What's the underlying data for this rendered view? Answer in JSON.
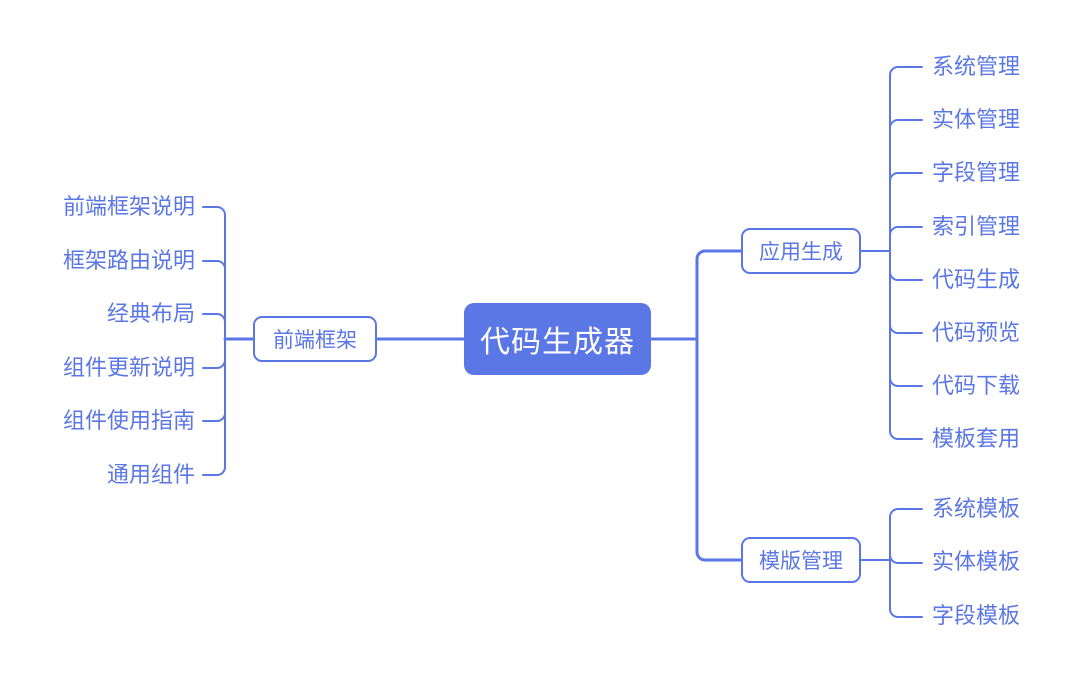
{
  "colors": {
    "accent": "#5b77e6",
    "root_fill": "#5b77e6",
    "root_text": "#ffffff",
    "background": "#ffffff"
  },
  "mindmap": {
    "root": {
      "label": "代码生成器"
    },
    "branches": [
      {
        "label": "前端框架",
        "side": "left",
        "children": [
          "前端框架说明",
          "框架路由说明",
          "经典布局",
          "组件更新说明",
          "组件使用指南",
          "通用组件"
        ]
      },
      {
        "label": "应用生成",
        "side": "right",
        "children": [
          "系统管理",
          "实体管理",
          "字段管理",
          "索引管理",
          "代码生成",
          "代码预览",
          "代码下载",
          "模板套用"
        ]
      },
      {
        "label": "模版管理",
        "side": "right",
        "children": [
          "系统模板",
          "实体模板",
          "字段模板"
        ]
      }
    ]
  }
}
